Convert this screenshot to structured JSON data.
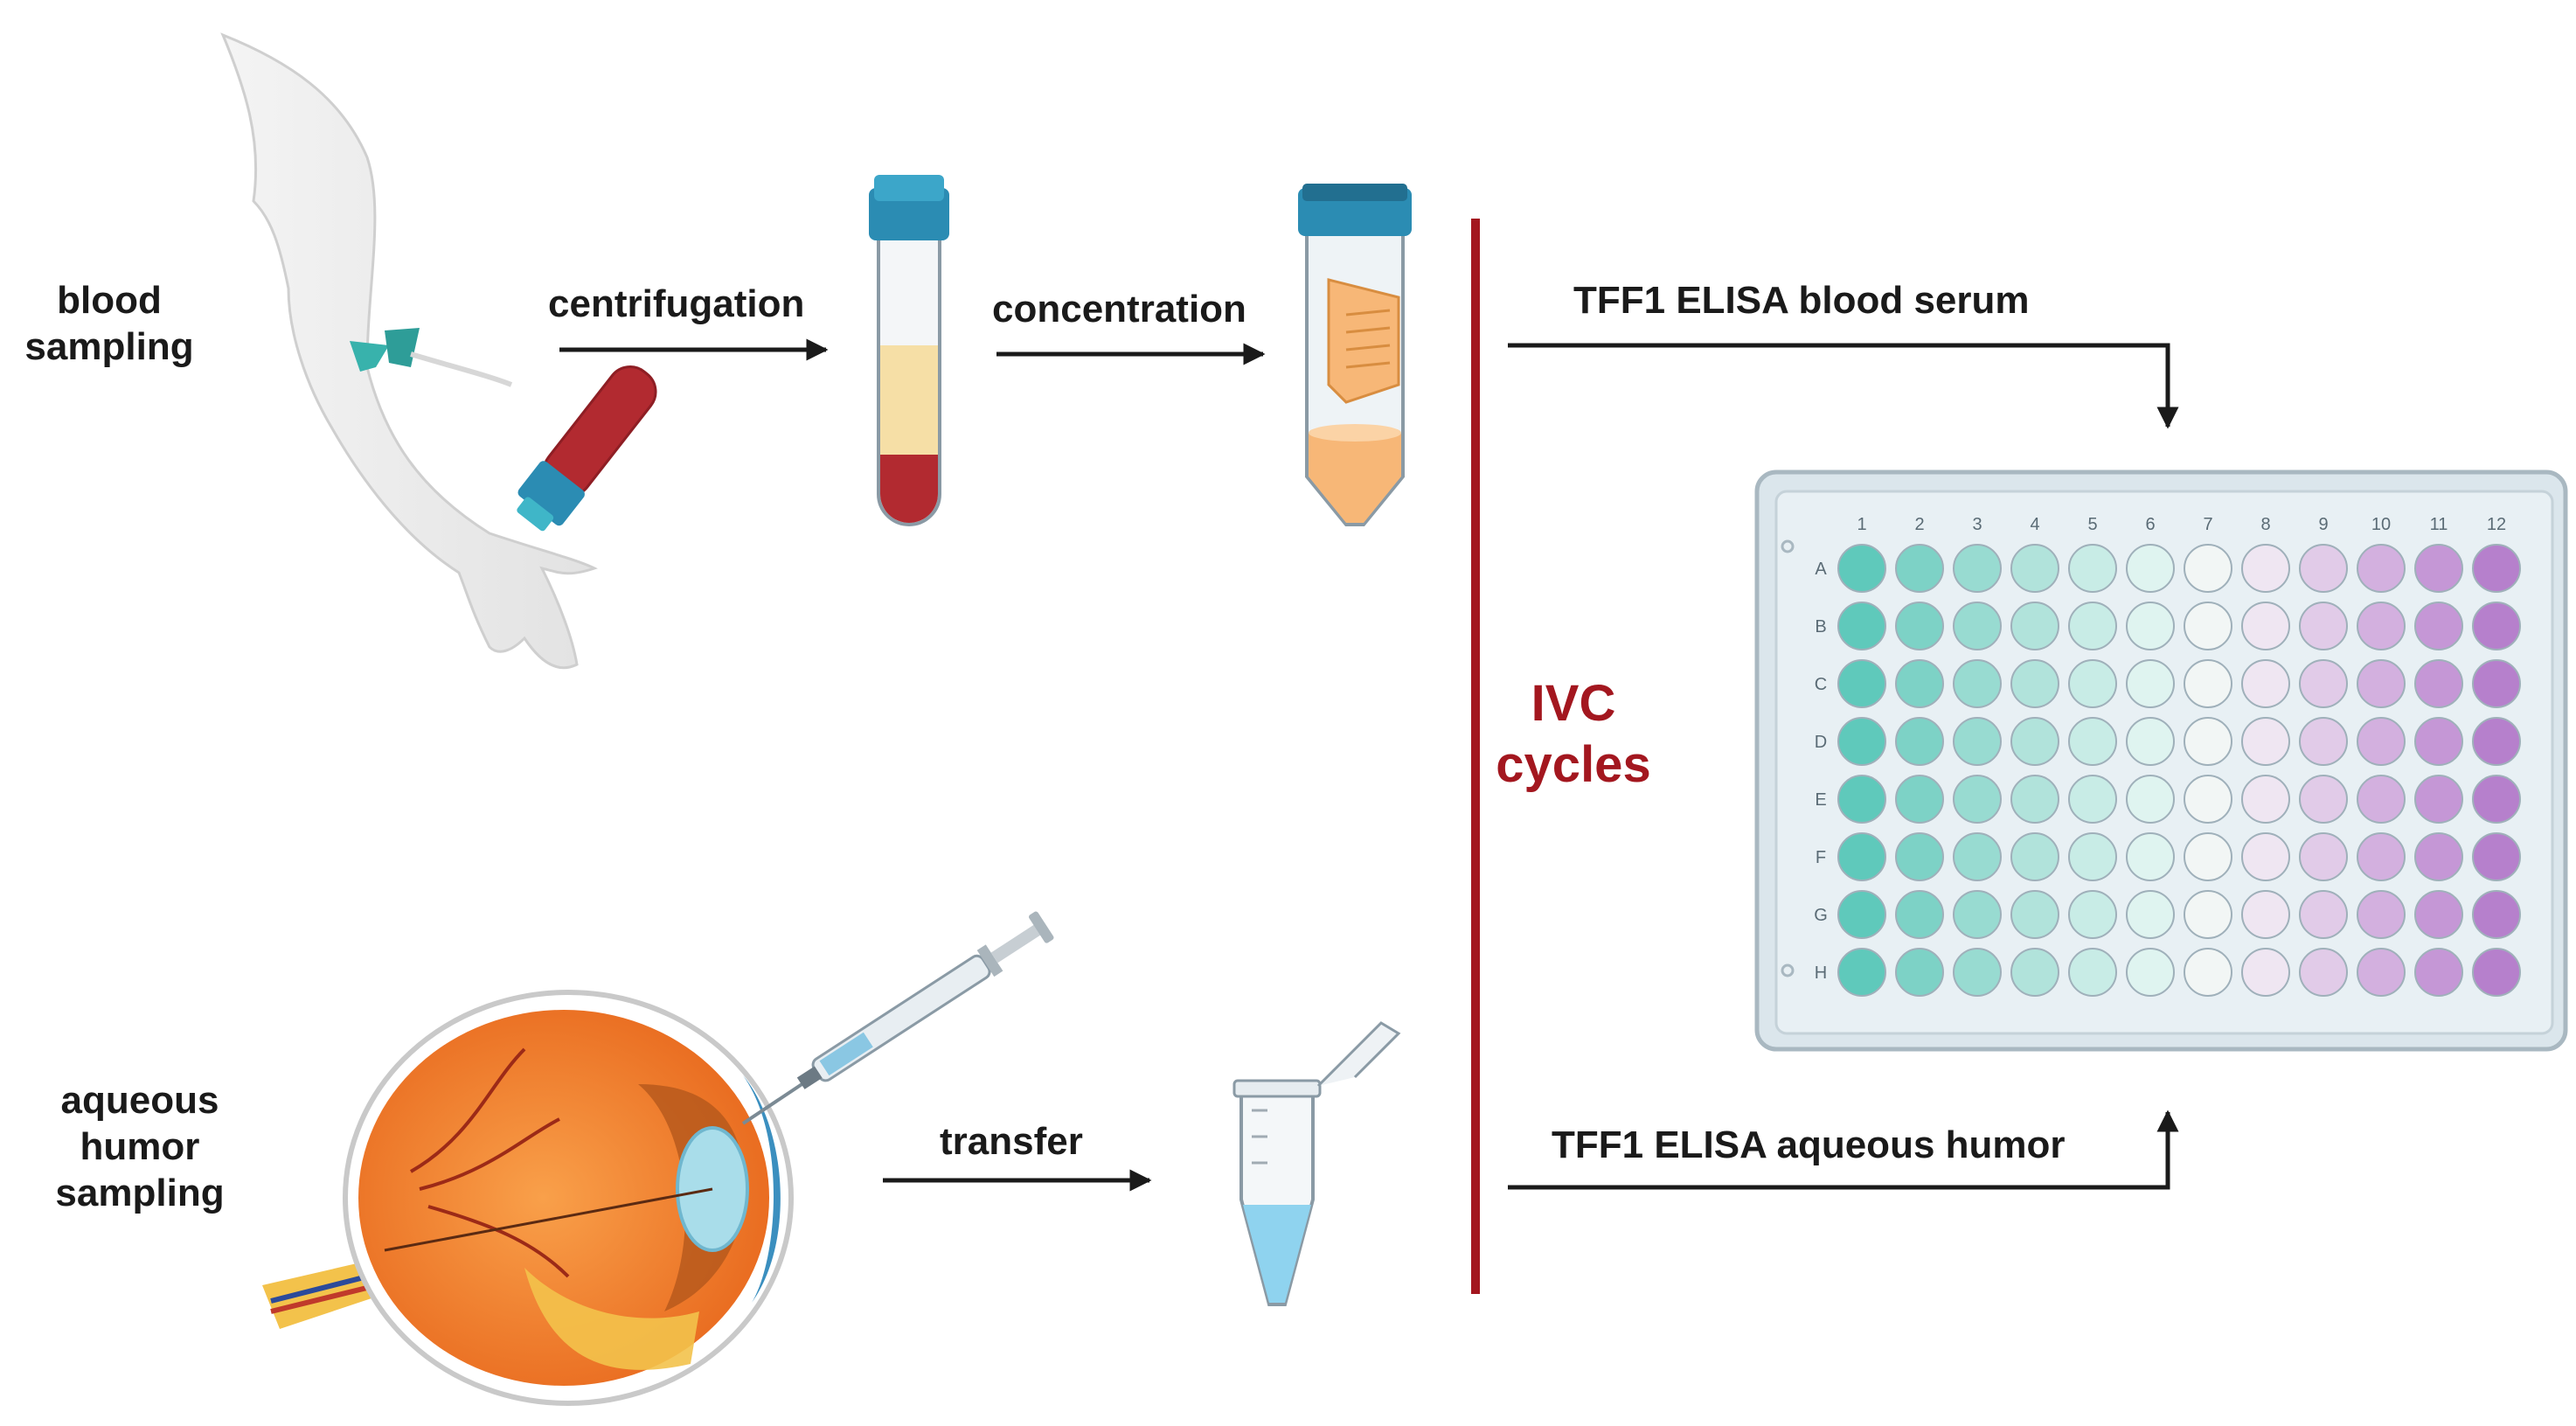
{
  "labels": {
    "blood_sampling": [
      "blood",
      "sampling"
    ],
    "centrifugation": "centrifugation",
    "concentration": "concentration",
    "aqueous_sampling": [
      "aqueous",
      "humor",
      "sampling"
    ],
    "transfer": "transfer",
    "ivc": [
      "IVC",
      "cycles"
    ],
    "elisa_serum": "TFF1 ELISA blood serum",
    "elisa_aqueous": "TFF1 ELISA aqueous humor"
  },
  "plate": {
    "columns": [
      "1",
      "2",
      "3",
      "4",
      "5",
      "6",
      "7",
      "8",
      "9",
      "10",
      "11",
      "12"
    ],
    "rows": [
      "A",
      "B",
      "C",
      "D",
      "E",
      "F",
      "G",
      "H"
    ],
    "column_colors": [
      "#5fc9bb",
      "#7dd2c6",
      "#98dbd1",
      "#b1e3db",
      "#c8ece6",
      "#dff4f0",
      "#f2f6f5",
      "#efe6f2",
      "#e1cbe8",
      "#d3b0df",
      "#c597d6",
      "#b680cc"
    ]
  },
  "colors": {
    "divider": "#a3171f",
    "ivc_text": "#a3171f",
    "arrow": "#1a1a1a",
    "blood": "#b22a30",
    "plasma": "#f6dfa6",
    "tube_cap": "#3a9fc3",
    "concentrate": "#f7b777",
    "eye_orange": "#f07e2a",
    "aqueous_fluid": "#8fd3ef"
  },
  "icons": [
    "arm-icon",
    "blood-tube-icon",
    "falcon-tube-icon",
    "eye-icon",
    "syringe-icon",
    "eppendorf-tube-icon",
    "well-plate-icon"
  ]
}
